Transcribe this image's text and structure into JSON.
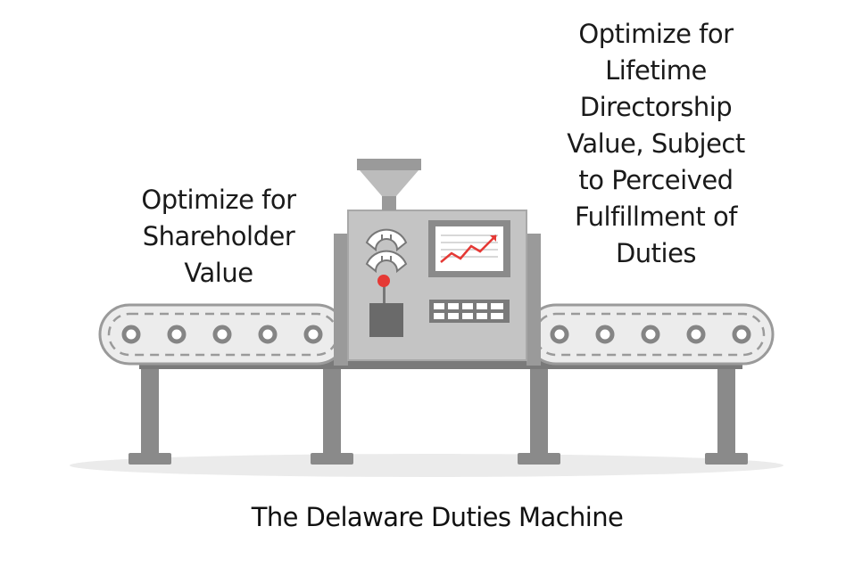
{
  "labels": {
    "input_lines": [
      "Optimize for",
      "Shareholder",
      "Value"
    ],
    "output_lines": [
      "Optimize for",
      "Lifetime",
      "Directorship",
      "Value, Subject",
      "to Perceived",
      "Fulfillment of",
      "Duties"
    ]
  },
  "caption": "The Delaware Duties Machine",
  "icons": {
    "machine": "factory-machine-icon",
    "monitor": "line-chart-monitor-icon",
    "gauge": "gauge-icon",
    "lever": "lever-icon",
    "keypad": "keypad-icon",
    "hopper": "funnel-icon",
    "roller": "conveyor-roller-icon"
  },
  "colors": {
    "machine_gray": "#bdbdbd",
    "frame_gray": "#888888",
    "dark_gray": "#6e6e6e",
    "belt_light": "#ededed",
    "accent_red": "#e53935",
    "shadow": "#e6e6e6"
  }
}
